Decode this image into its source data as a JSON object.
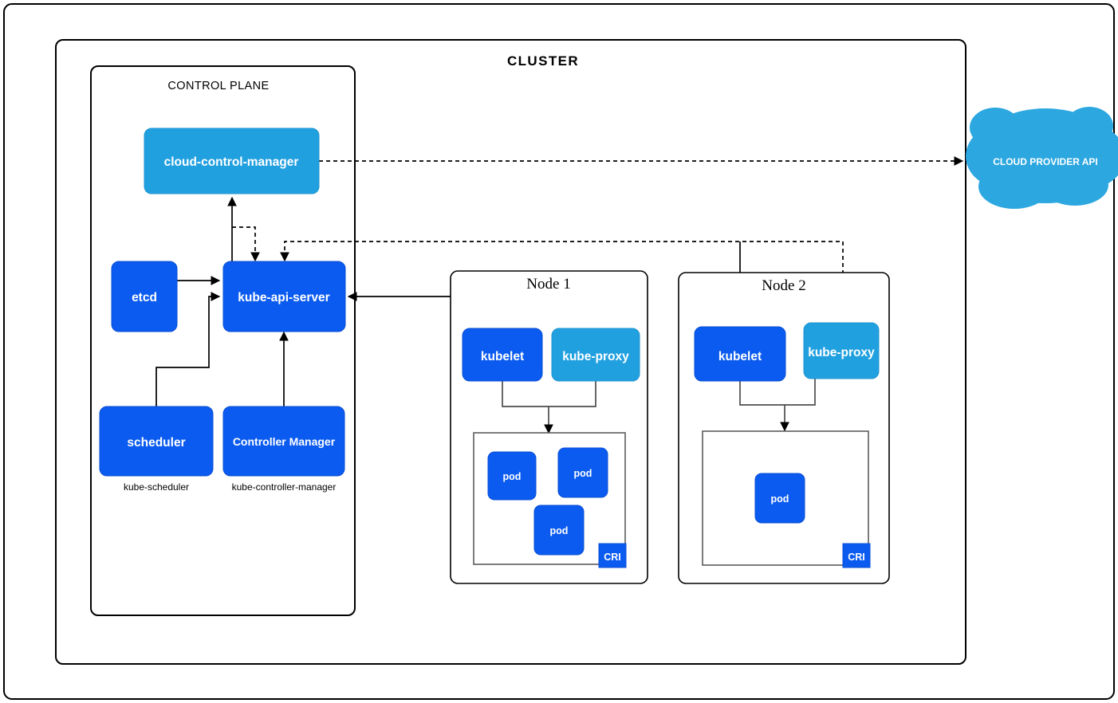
{
  "diagram": {
    "title": "CLUSTER",
    "control_plane_label": "CONTROL PLANE",
    "external": {
      "cloud_label": "CLOUD PROVIDER API"
    },
    "control_plane": {
      "cloud_control_manager": "cloud-control-manager",
      "etcd": "etcd",
      "kube_api_server": "kube-api-server",
      "scheduler": "scheduler",
      "scheduler_caption": "kube-scheduler",
      "controller_manager": "Controller Manager",
      "controller_manager_caption": "kube-controller-manager"
    },
    "nodes": [
      {
        "name": "Node 1",
        "kubelet": "kubelet",
        "kube_proxy": "kube-proxy",
        "cri_label": "CRI",
        "pods": [
          "pod",
          "pod",
          "pod"
        ]
      },
      {
        "name": "Node 2",
        "kubelet": "kubelet",
        "kube_proxy": "kube-proxy",
        "cri_label": "CRI",
        "pods": [
          "pod"
        ]
      }
    ],
    "colors": {
      "dark_blue": "#0b5bf0",
      "light_blue": "#21a0e0",
      "cloud_blue": "#2ca7e0",
      "frame_stroke": "#000000",
      "cri_stroke": "#5c5c5c"
    }
  }
}
